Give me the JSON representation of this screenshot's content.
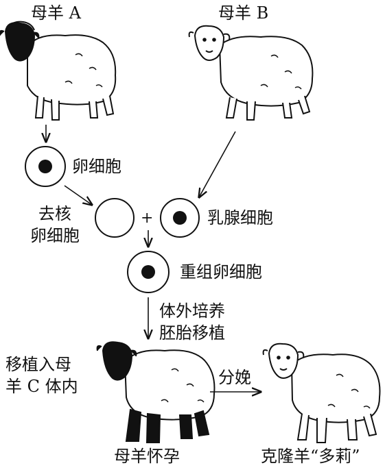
{
  "labels": {
    "ewe_a": "母羊 A",
    "ewe_b": "母羊 B",
    "egg_cell": "卵细胞",
    "enucleated_egg_line1": "去核",
    "enucleated_egg_line2": "卵细胞",
    "plus": "+",
    "mammary_cell": "乳腺细胞",
    "reconstructed_egg": "重组卵细胞",
    "culture_line1": "体外培养",
    "culture_line2": "胚胎移植",
    "transplant_line1": "移植入母",
    "transplant_line2": "羊 C 体内",
    "birth": "分娩",
    "pregnant_ewe": "母羊怀孕",
    "dolly": "克隆羊“多莉”"
  },
  "colors": {
    "ink": "#111111",
    "dark_face": "#111111",
    "paper": "#ffffff"
  }
}
